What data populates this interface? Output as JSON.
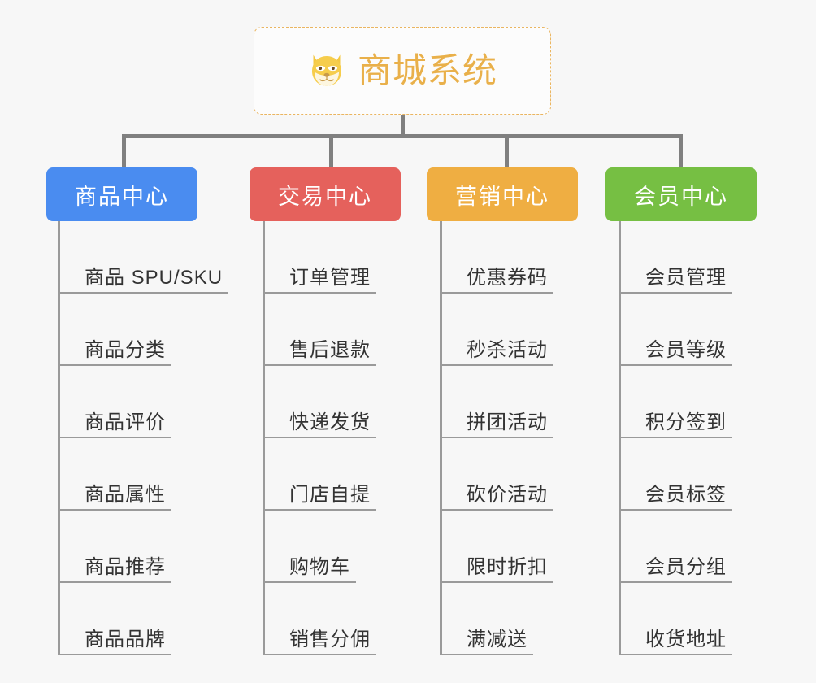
{
  "diagram": {
    "type": "mindmap-tree",
    "background_color": "#f7f7f7",
    "root": {
      "title": "商城系统",
      "icon": "dog-face-icon",
      "border_color": "#eab560",
      "text_color": "#e9b04a"
    },
    "branches": [
      {
        "label": "商品中心",
        "color": "#4a8cf0",
        "children": [
          "商品 SPU/SKU",
          "商品分类",
          "商品评价",
          "商品属性",
          "商品推荐",
          "商品品牌"
        ]
      },
      {
        "label": "交易中心",
        "color": "#e5615c",
        "children": [
          "订单管理",
          "售后退款",
          "快递发货",
          "门店自提",
          "购物车",
          "销售分佣"
        ]
      },
      {
        "label": "营销中心",
        "color": "#efae42",
        "children": [
          "优惠券码",
          "秒杀活动",
          "拼团活动",
          "砍价活动",
          "限时折扣",
          "满减送"
        ]
      },
      {
        "label": "会员中心",
        "color": "#76bf43",
        "children": [
          "会员管理",
          "会员等级",
          "积分签到",
          "会员标签",
          "会员分组",
          "收货地址"
        ]
      }
    ],
    "connector_color": "#808080",
    "leaf_line_color": "#9a9a9a",
    "leaf_text_color": "#333333"
  }
}
